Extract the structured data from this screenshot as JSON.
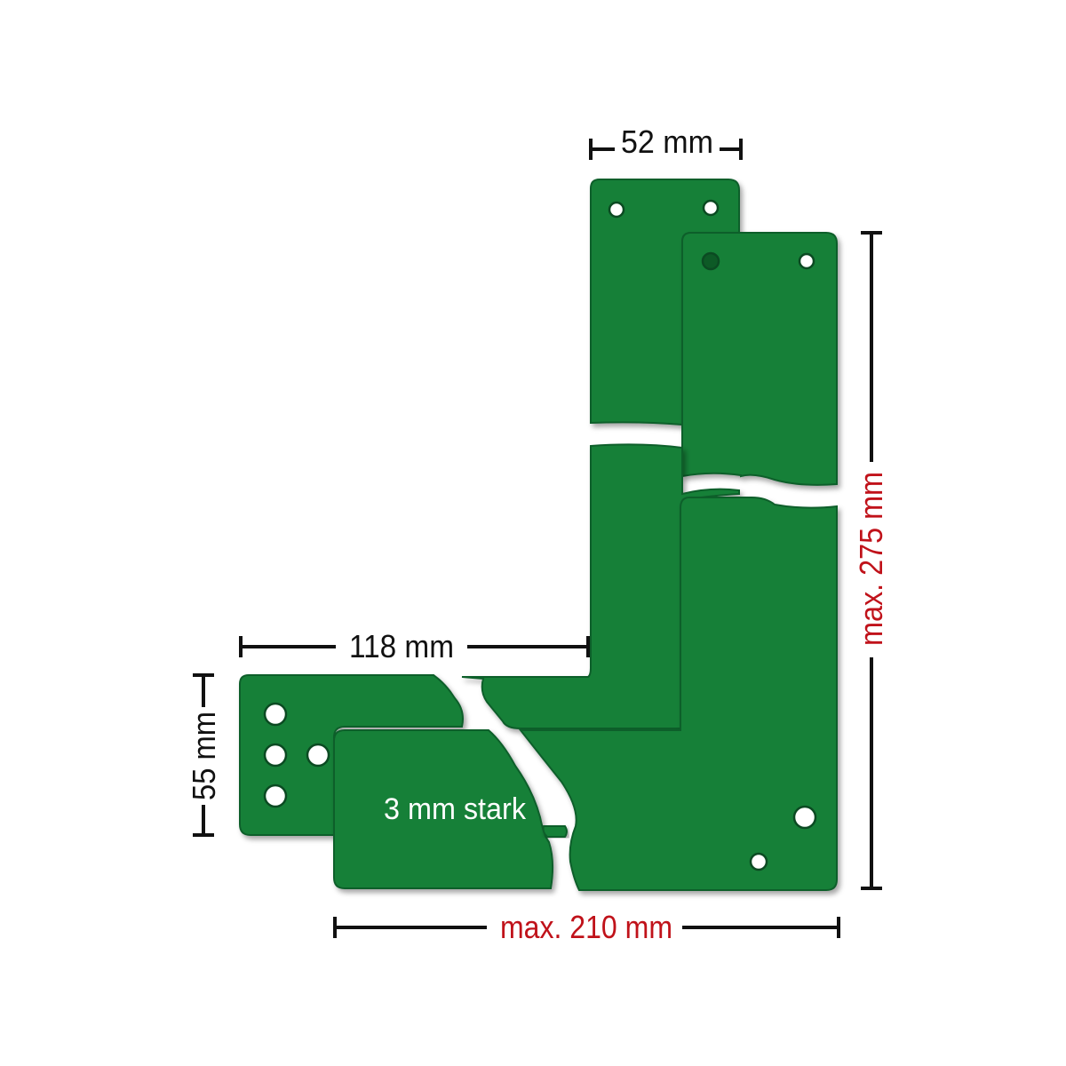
{
  "dimensions": {
    "width_top": "52 mm",
    "arm_length": "118 mm",
    "arm_height": "55 mm",
    "max_height": "max. 275 mm",
    "max_width": "max. 210 mm"
  },
  "thickness_label": "3 mm stark",
  "colors": {
    "plate_green": "#178038",
    "plate_shadow": "#0d5a26",
    "dimension_black": "#111111",
    "highlight_red": "#c0121a"
  }
}
